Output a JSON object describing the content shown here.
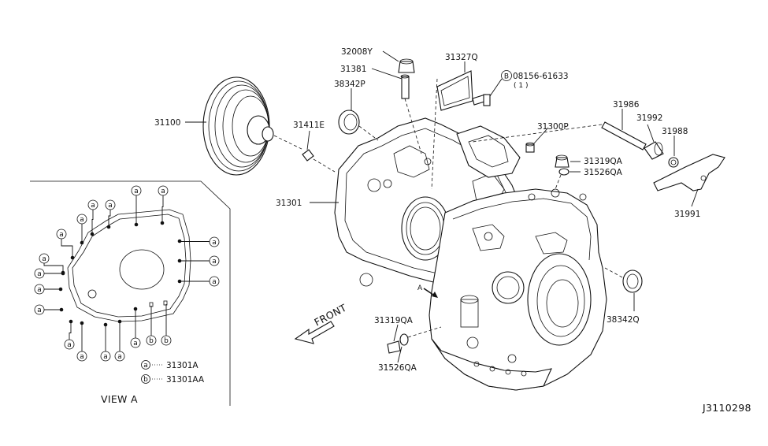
{
  "diagram_id": "J3110298",
  "view_title": "VIEW A",
  "front_label": "FRONT",
  "arrow_a_label": "A",
  "parts": {
    "p31100": "31100",
    "p31411E": "31411E",
    "p32008Y": "32008Y",
    "p31381": "31381",
    "p38342P": "38342P",
    "p31327Q": "31327Q",
    "p08156": "08156-61633",
    "p08156_circle": "B",
    "p08156_qty": "( 1 )",
    "p31300P": "31300P",
    "p31986": "31986",
    "p31992": "31992",
    "p31988": "31988",
    "p31319QA_top": "31319QA",
    "p31526QA_top": "31526QA",
    "p31991": "31991",
    "p31301": "31301",
    "p38342Q": "38342Q",
    "p31319QA_bottom": "31319QA",
    "p31526QA_bottom": "31526QA"
  },
  "legend": {
    "a_symbol": "a",
    "a_part": "31301A",
    "b_symbol": "b",
    "b_part": "31301AA"
  },
  "bubble_letters": {
    "a": "a",
    "b": "b"
  }
}
